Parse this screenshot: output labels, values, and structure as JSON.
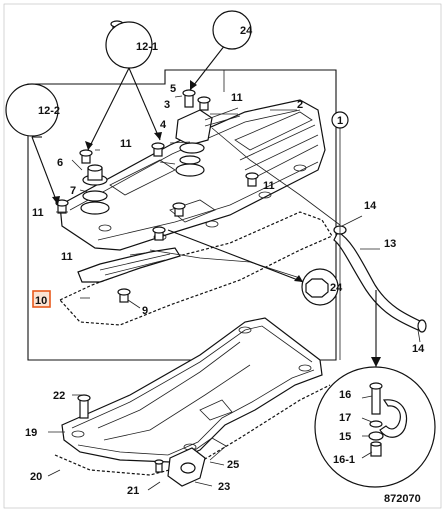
{
  "labels": {
    "l1": "1",
    "l2": "2",
    "l3": "3",
    "l4": "4",
    "l5": "5",
    "l6": "6",
    "l7": "7",
    "l9": "9",
    "l10": "10",
    "l11a": "11",
    "l11b": "11",
    "l11c": "11",
    "l11d": "11",
    "l11e": "11",
    "l12_1": "12-1",
    "l12_2": "12-2",
    "l13": "13",
    "l14a": "14",
    "l14b": "14",
    "l15": "15",
    "l16": "16",
    "l16_1": "16-1",
    "l17": "17",
    "l19": "19",
    "l20": "20",
    "l21": "21",
    "l22": "22",
    "l23": "23",
    "l24a": "24",
    "l24b": "24",
    "l25": "25"
  },
  "figure_number": "872070",
  "colors": {
    "highlight": "#e8591c",
    "ink": "#111111"
  }
}
